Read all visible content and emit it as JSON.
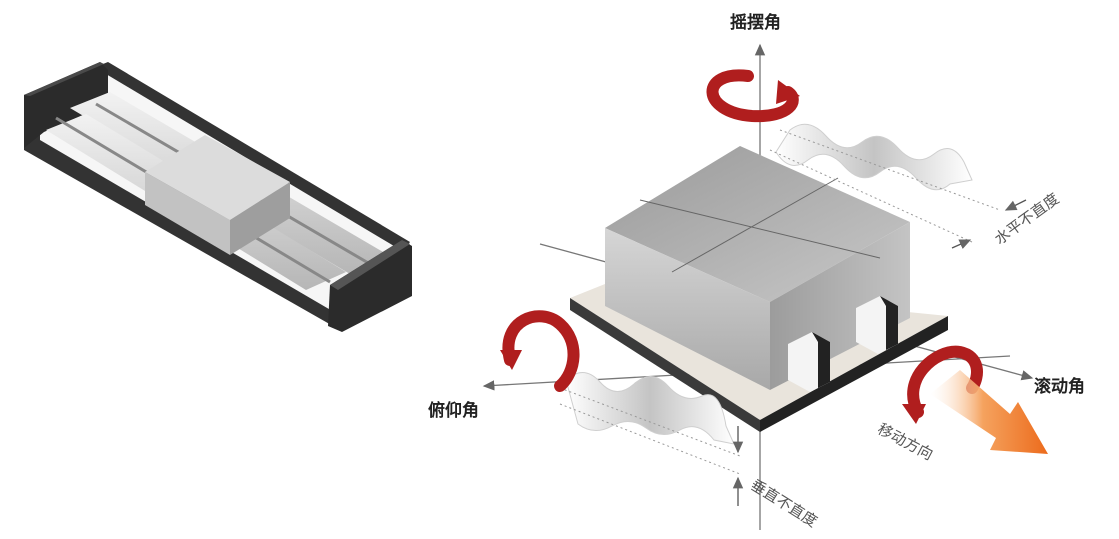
{
  "labels": {
    "yaw": "摇摆角",
    "pitch": "俯仰角",
    "roll": "滚动角",
    "horizontal_straightness": "水平不直度",
    "vertical_straightness": "垂直不直度",
    "movement_direction": "移动方向"
  },
  "colors": {
    "rotation_arrow": "#b01e1e",
    "movement_arrow": "#f07a2a",
    "block": "#a9a9a9",
    "base": "#2a2a2a",
    "axis": "#777777"
  }
}
